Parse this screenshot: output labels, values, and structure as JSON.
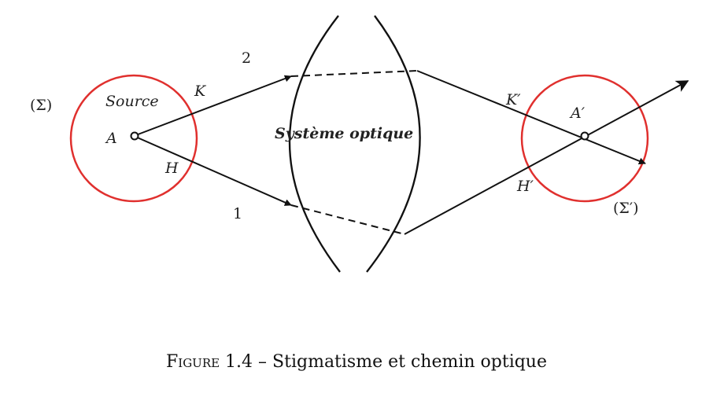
{
  "colors": {
    "circle": "#e0302e",
    "ink": "#111111"
  },
  "labels": {
    "sigma": "(Σ)",
    "sigma_prime": "(Σ′)",
    "source": "Source",
    "point_a": "A",
    "point_a_prime": "A′",
    "point_k": "K",
    "point_k_prime": "K′",
    "point_h": "H",
    "point_h_prime": "H′",
    "ray_1": "1",
    "ray_2": "2",
    "system": "Système optique"
  },
  "caption": {
    "prefix": "Figure 1.4",
    "separator": " – ",
    "text": "Stigmatisme et chemin optique"
  }
}
